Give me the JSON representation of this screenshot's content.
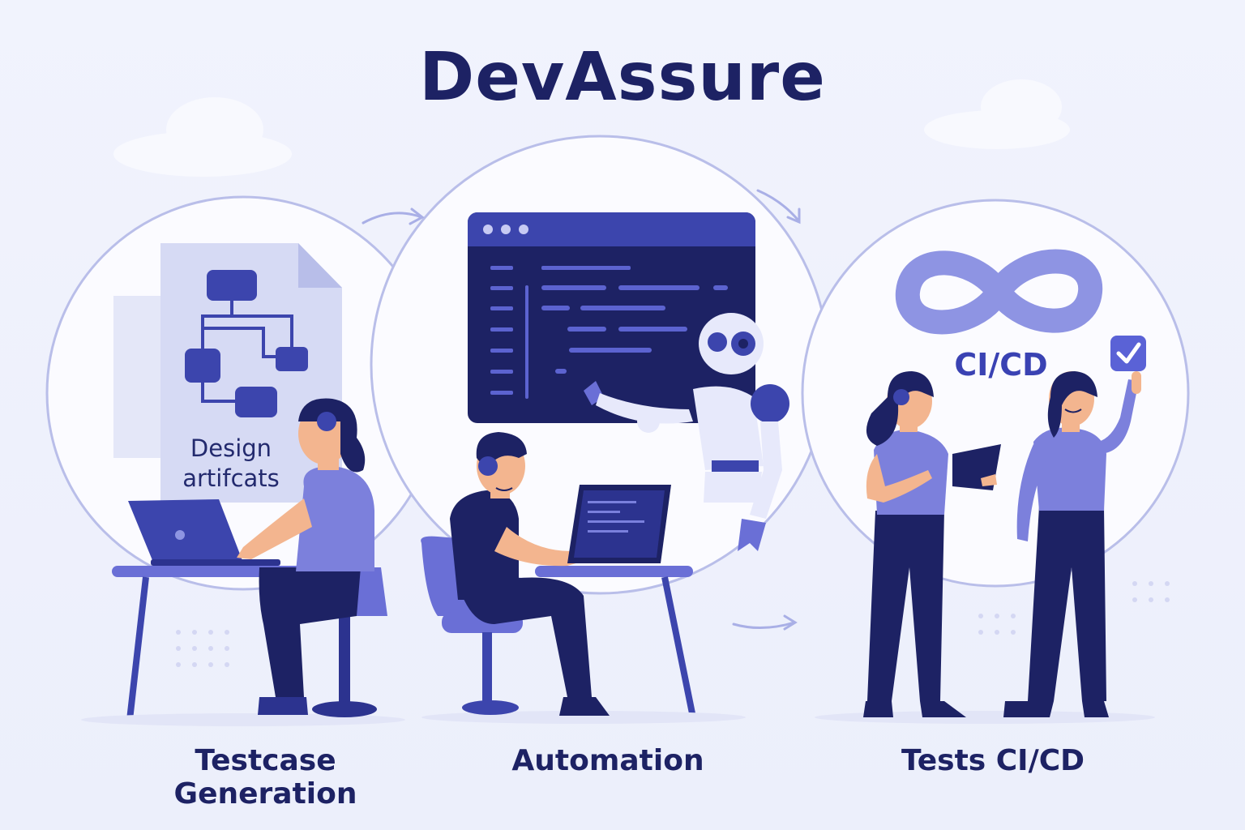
{
  "title": "DevAssure",
  "stages": [
    {
      "label": "Testcase Generation",
      "icon": "document-flowchart-icon"
    },
    {
      "label": "Automation",
      "icon": "code-window-icon"
    },
    {
      "label": "Tests CI/CD",
      "icon": "infinity-icon"
    }
  ],
  "artifact_label": "Design artifcats",
  "cicd_label": "CI/CD",
  "colors": {
    "navy": "#1d2264",
    "indigo": "#3c45ad",
    "purple": "#6a6fd6",
    "lavender": "#aeb4ea",
    "skin": "#f3b58f",
    "background": "#eef0fc"
  }
}
